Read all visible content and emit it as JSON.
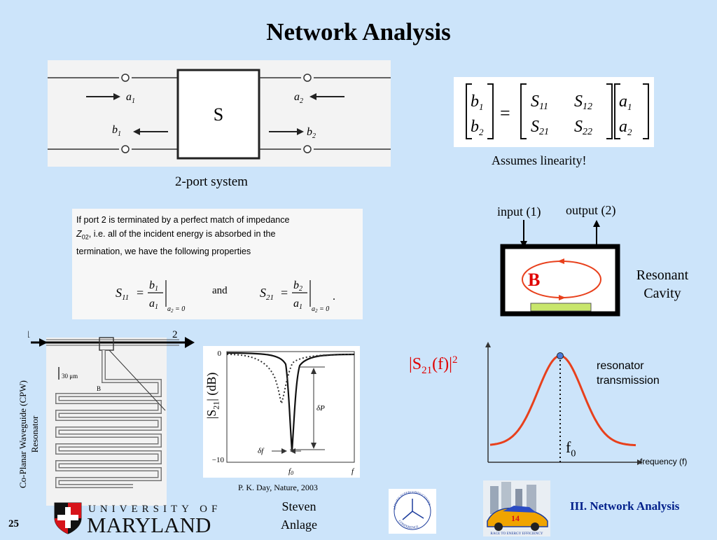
{
  "slide": {
    "title": "Network Analysis",
    "page_number": "25",
    "footer_title": "III. Network Analysis",
    "author_first": "Steven",
    "author_last": "Anlage"
  },
  "two_port": {
    "caption": "2-port system",
    "block_label": "S",
    "a1": "a",
    "a1_sub": "1",
    "b1": "b",
    "b1_sub": "1",
    "a2": "a",
    "a2_sub": "2",
    "b2": "b",
    "b2_sub": "2"
  },
  "matrix": {
    "caption": "Assumes linearity!",
    "lhs": [
      "b",
      "b"
    ],
    "lhs_sub": [
      "1",
      "2"
    ],
    "entries": [
      [
        "S",
        "S"
      ],
      [
        "S",
        "S"
      ]
    ],
    "entries_sub": [
      [
        "11",
        "12"
      ],
      [
        "21",
        "22"
      ]
    ],
    "rhs": [
      "a",
      "a"
    ],
    "rhs_sub": [
      "1",
      "2"
    ],
    "equals": "="
  },
  "matched": {
    "line1": "If port 2 is terminated by a perfect match of impedance",
    "line2": "Z",
    "line2_sub": "02",
    "line2_rest": ", i.e. all of the incident energy is absorbed in the",
    "line3": "termination, we have the following properties",
    "s11": "S",
    "s11_sub": "11",
    "s11_num": "b",
    "s11_num_sub": "1",
    "s11_den": "a",
    "s11_den_sub": "1",
    "cond": "a",
    "cond_sub": "2",
    "cond_rest": " = 0",
    "and": "and",
    "s21": "S",
    "s21_sub": "21",
    "s21_num": "b",
    "s21_num_sub": "2",
    "s21_den": "a",
    "s21_den_sub": "1"
  },
  "cavity": {
    "input_label": "input (1)",
    "output_label": "output (2)",
    "field_label": "B",
    "side_line1": "Resonant",
    "side_line2": "Cavity"
  },
  "cpw": {
    "port1": "1",
    "port2": "2",
    "scale_label": "30 μm",
    "b_label": "B",
    "side_line1": "Co-Planar Waveguide (CPW)",
    "side_line2": "Resonator"
  },
  "dip_plot": {
    "ylabel_prefix": "|S",
    "ylabel_sub": "21",
    "ylabel_suffix": "| (dB)",
    "ytick_top": "0",
    "ytick_bottom": "−10",
    "delta_p": "δP",
    "delta_f": "δf",
    "f0": "f",
    "f0_sub": "0",
    "f": "f",
    "citation": "P. K. Day, Nature, 2003"
  },
  "resonance": {
    "ylabel": "|S",
    "ylabel_sub": "21",
    "ylabel_rest": "(f)|",
    "ylabel_sup": "2",
    "line1": "resonator",
    "line2": "transmission",
    "f0": "f",
    "f0_sub": "0",
    "xlabel": "frequency (f)"
  },
  "logos": {
    "university_top": "UNIVERSITY OF",
    "university_bottom": "MARYLAND",
    "asc_top": "APPLIED SUPERCONDUCTIVITY",
    "asc_bottom": "CONFERENCE",
    "race_text": "RACE TO ENERGY EFFICIENCY",
    "race_number": "14"
  },
  "colors": {
    "background": "#cce4fa",
    "curve": "#e8401c",
    "footer_title": "#001f8a",
    "red_text": "#e00000"
  }
}
